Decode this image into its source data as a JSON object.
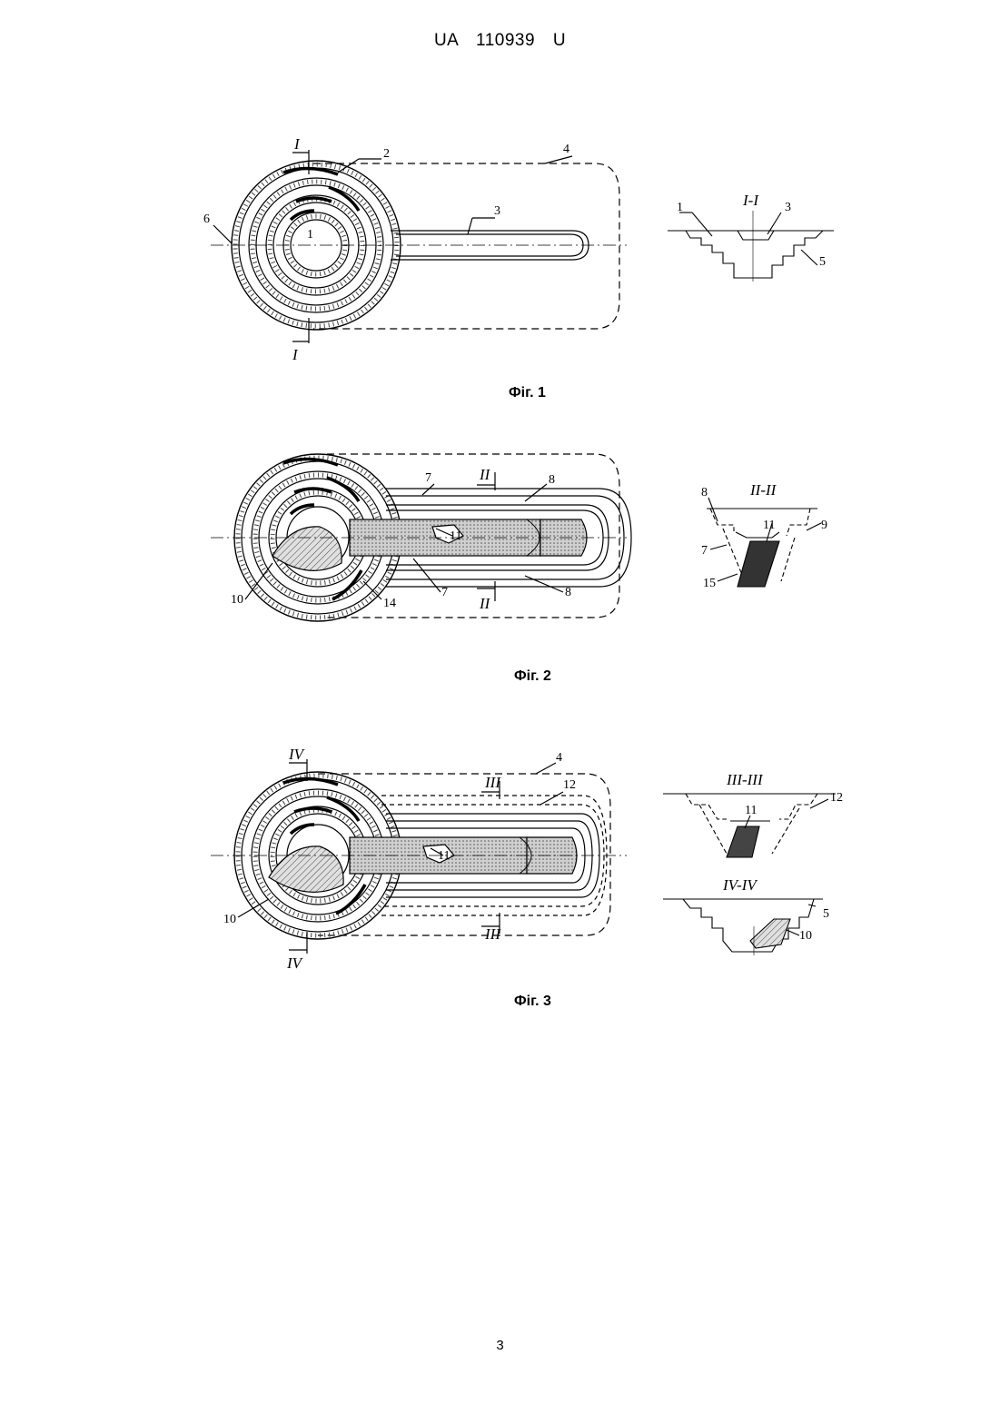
{
  "header": {
    "text": "UA   110939   U"
  },
  "figures": [
    {
      "caption": "Фіг. 1",
      "plan_labels": [
        "I",
        "I",
        "2",
        "4",
        "6",
        "3",
        "1"
      ],
      "section": {
        "title": "I-I",
        "labels": [
          "1",
          "3",
          "5"
        ]
      }
    },
    {
      "caption": "Фіг. 2",
      "plan_labels": [
        "II",
        "II",
        "7",
        "8",
        "11",
        "10",
        "14",
        "7",
        "8"
      ],
      "section": {
        "title": "II-II",
        "labels": [
          "8",
          "9",
          "11",
          "7",
          "15"
        ]
      }
    },
    {
      "caption": "Фіг. 3",
      "plan_labels": [
        "IV",
        "IV",
        "4",
        "III",
        "III",
        "12",
        "11",
        "10"
      ],
      "section": {
        "title": "III-III",
        "labels": [
          "11",
          "12"
        ]
      },
      "section2": {
        "title": "IV-IV",
        "labels": [
          "5",
          "10"
        ]
      }
    }
  ],
  "page_number": "3"
}
